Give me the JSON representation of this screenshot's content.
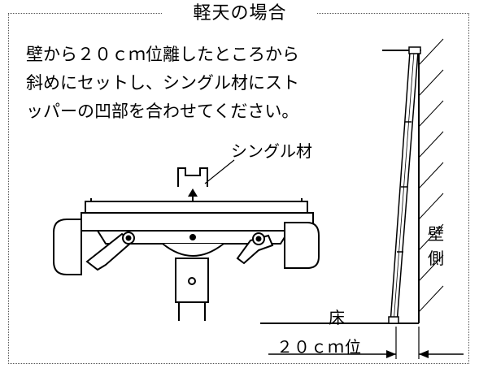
{
  "title": "軽天の場合",
  "instructions": [
    "壁から２０ｃｍ位離したところから",
    "斜めにセットし、シングル材にスト",
    "ッパーの凹部を合わせてください。"
  ],
  "labels": {
    "single_material": "シングル材",
    "wall_side_1": "壁",
    "wall_side_2": "側",
    "floor": "床",
    "distance": "２０ｃｍ位"
  }
}
